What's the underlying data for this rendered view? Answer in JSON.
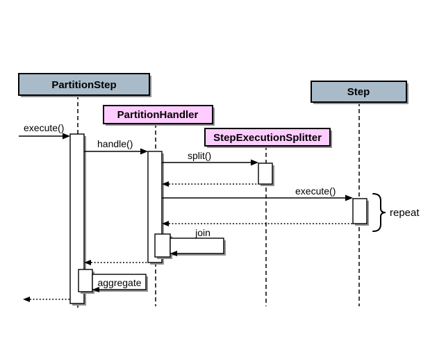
{
  "colors": {
    "actor_blue": "#a9bbc9",
    "actor_pink": "#ffccff",
    "shadow": "#909090",
    "bar_fill": "#ffffff",
    "line": "#000000",
    "background": "#ffffff"
  },
  "diagram": {
    "type": "uml-sequence",
    "actors": [
      {
        "label": "PartitionStep"
      },
      {
        "label": "PartitionHandler"
      },
      {
        "label": "StepExecutionSplitter"
      },
      {
        "label": "Step"
      }
    ],
    "messages": [
      {
        "label": "execute()",
        "from": "start",
        "to": "PartitionStep",
        "kind": "call"
      },
      {
        "label": "handle()",
        "from": "PartitionStep",
        "to": "PartitionHandler",
        "kind": "call"
      },
      {
        "label": "split()",
        "from": "PartitionHandler",
        "to": "StepExecutionSplitter",
        "kind": "call"
      },
      {
        "label": "execute()",
        "from": "PartitionHandler",
        "to": "Step",
        "kind": "call"
      },
      {
        "label": "join",
        "from": "PartitionHandler",
        "to": "PartitionHandler",
        "kind": "self-call"
      },
      {
        "label": "aggregate",
        "from": "PartitionStep",
        "to": "PartitionStep",
        "kind": "self-call"
      }
    ],
    "returns": [
      {
        "from": "StepExecutionSplitter",
        "to": "PartitionHandler"
      },
      {
        "from": "Step",
        "to": "PartitionHandler"
      },
      {
        "from": "PartitionHandler",
        "to": "PartitionStep"
      },
      {
        "from": "PartitionStep",
        "to": "start"
      }
    ],
    "annotation": {
      "repeat": "repeat"
    }
  }
}
